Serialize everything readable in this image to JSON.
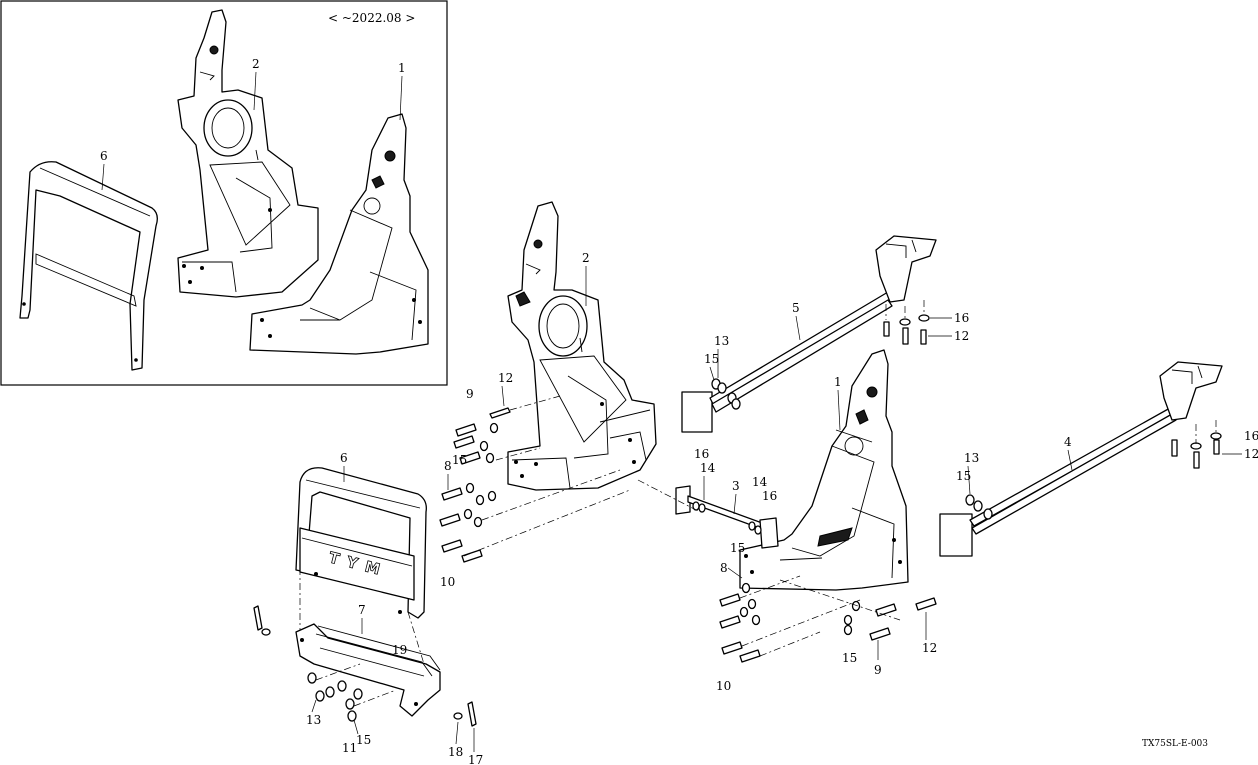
{
  "inset": {
    "date_note": "< ~2022.08 >",
    "labels": {
      "p1": "1",
      "p2": "2",
      "p6": "6"
    }
  },
  "callouts": {
    "n1": "1",
    "n2": "2",
    "n3": "3",
    "n4": "4",
    "n5": "5",
    "n6": "6",
    "n7": "7",
    "n8a": "8",
    "n8b": "8",
    "n9a": "9",
    "n9b": "9",
    "n10a": "10",
    "n10b": "10",
    "n11": "11",
    "n12a": "12",
    "n12b": "12",
    "n12c": "12",
    "n12d": "12",
    "n13a": "13",
    "n13b": "13",
    "n13c": "13",
    "n14a": "14",
    "n14b": "14",
    "n15a": "15",
    "n15b": "15",
    "n15c": "15",
    "n15d": "15",
    "n15e": "15",
    "n15f": "15",
    "n16a": "16",
    "n16b": "16",
    "n16c": "16",
    "n16d": "16",
    "n17": "17",
    "n18": "18",
    "n19": "19"
  },
  "guard_emblem": "TYM",
  "drawing_code": "TX75SL-E-003"
}
